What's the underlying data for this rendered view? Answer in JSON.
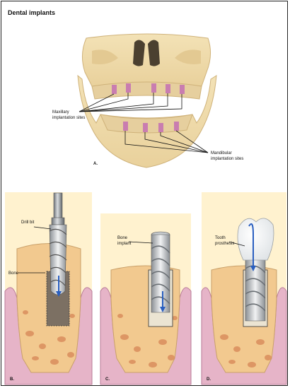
{
  "title": "Dental implants",
  "labels": {
    "maxillary": [
      "Maxillary",
      "implantation sites"
    ],
    "mandibular": [
      "Mandibular",
      "implantation sites"
    ],
    "drill_bit": "Drill bit",
    "bone": "Bone",
    "bone_implant": [
      "Bone",
      "implant"
    ],
    "tooth_prosthesis": [
      "Tooth",
      "prosthesis"
    ]
  },
  "panel_letters": {
    "a": "A.",
    "b": "B.",
    "c": "C.",
    "d": "D."
  },
  "colors": {
    "skull": "#f0dcaa",
    "skull_shadow": "#d9bd86",
    "gum": "#e6b4c8",
    "gum_dark": "#c98aa5",
    "marrow": "#f2c98f",
    "marrow_dot": "#d88a5a",
    "implant_site": "#c97db0",
    "metal": "#9ea3a8",
    "arrow": "#2a5fc0"
  }
}
